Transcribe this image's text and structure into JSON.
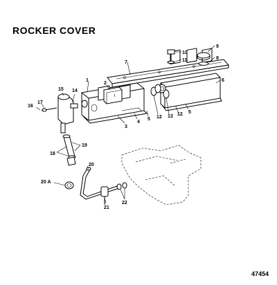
{
  "title": "ROCKER COVER",
  "figure_number": "47454",
  "callouts": [
    {
      "id": "1",
      "text": "1"
    },
    {
      "id": "2",
      "text": "2"
    },
    {
      "id": "3",
      "text": "3"
    },
    {
      "id": "4",
      "text": "4"
    },
    {
      "id": "5a",
      "text": "5"
    },
    {
      "id": "5b",
      "text": "5"
    },
    {
      "id": "6",
      "text": "6"
    },
    {
      "id": "7",
      "text": "7"
    },
    {
      "id": "8",
      "text": "8"
    },
    {
      "id": "9",
      "text": "9"
    },
    {
      "id": "10",
      "text": "10"
    },
    {
      "id": "11",
      "text": "11"
    },
    {
      "id": "12a",
      "text": "12"
    },
    {
      "id": "12b",
      "text": "12"
    },
    {
      "id": "13",
      "text": "13"
    },
    {
      "id": "14",
      "text": "14"
    },
    {
      "id": "15",
      "text": "15"
    },
    {
      "id": "16",
      "text": "16"
    },
    {
      "id": "17",
      "text": "17"
    },
    {
      "id": "18",
      "text": "18"
    },
    {
      "id": "19",
      "text": "19"
    },
    {
      "id": "20",
      "text": "20"
    },
    {
      "id": "20A",
      "text": "20 A"
    },
    {
      "id": "21",
      "text": "21"
    },
    {
      "id": "22",
      "text": "22"
    }
  ]
}
